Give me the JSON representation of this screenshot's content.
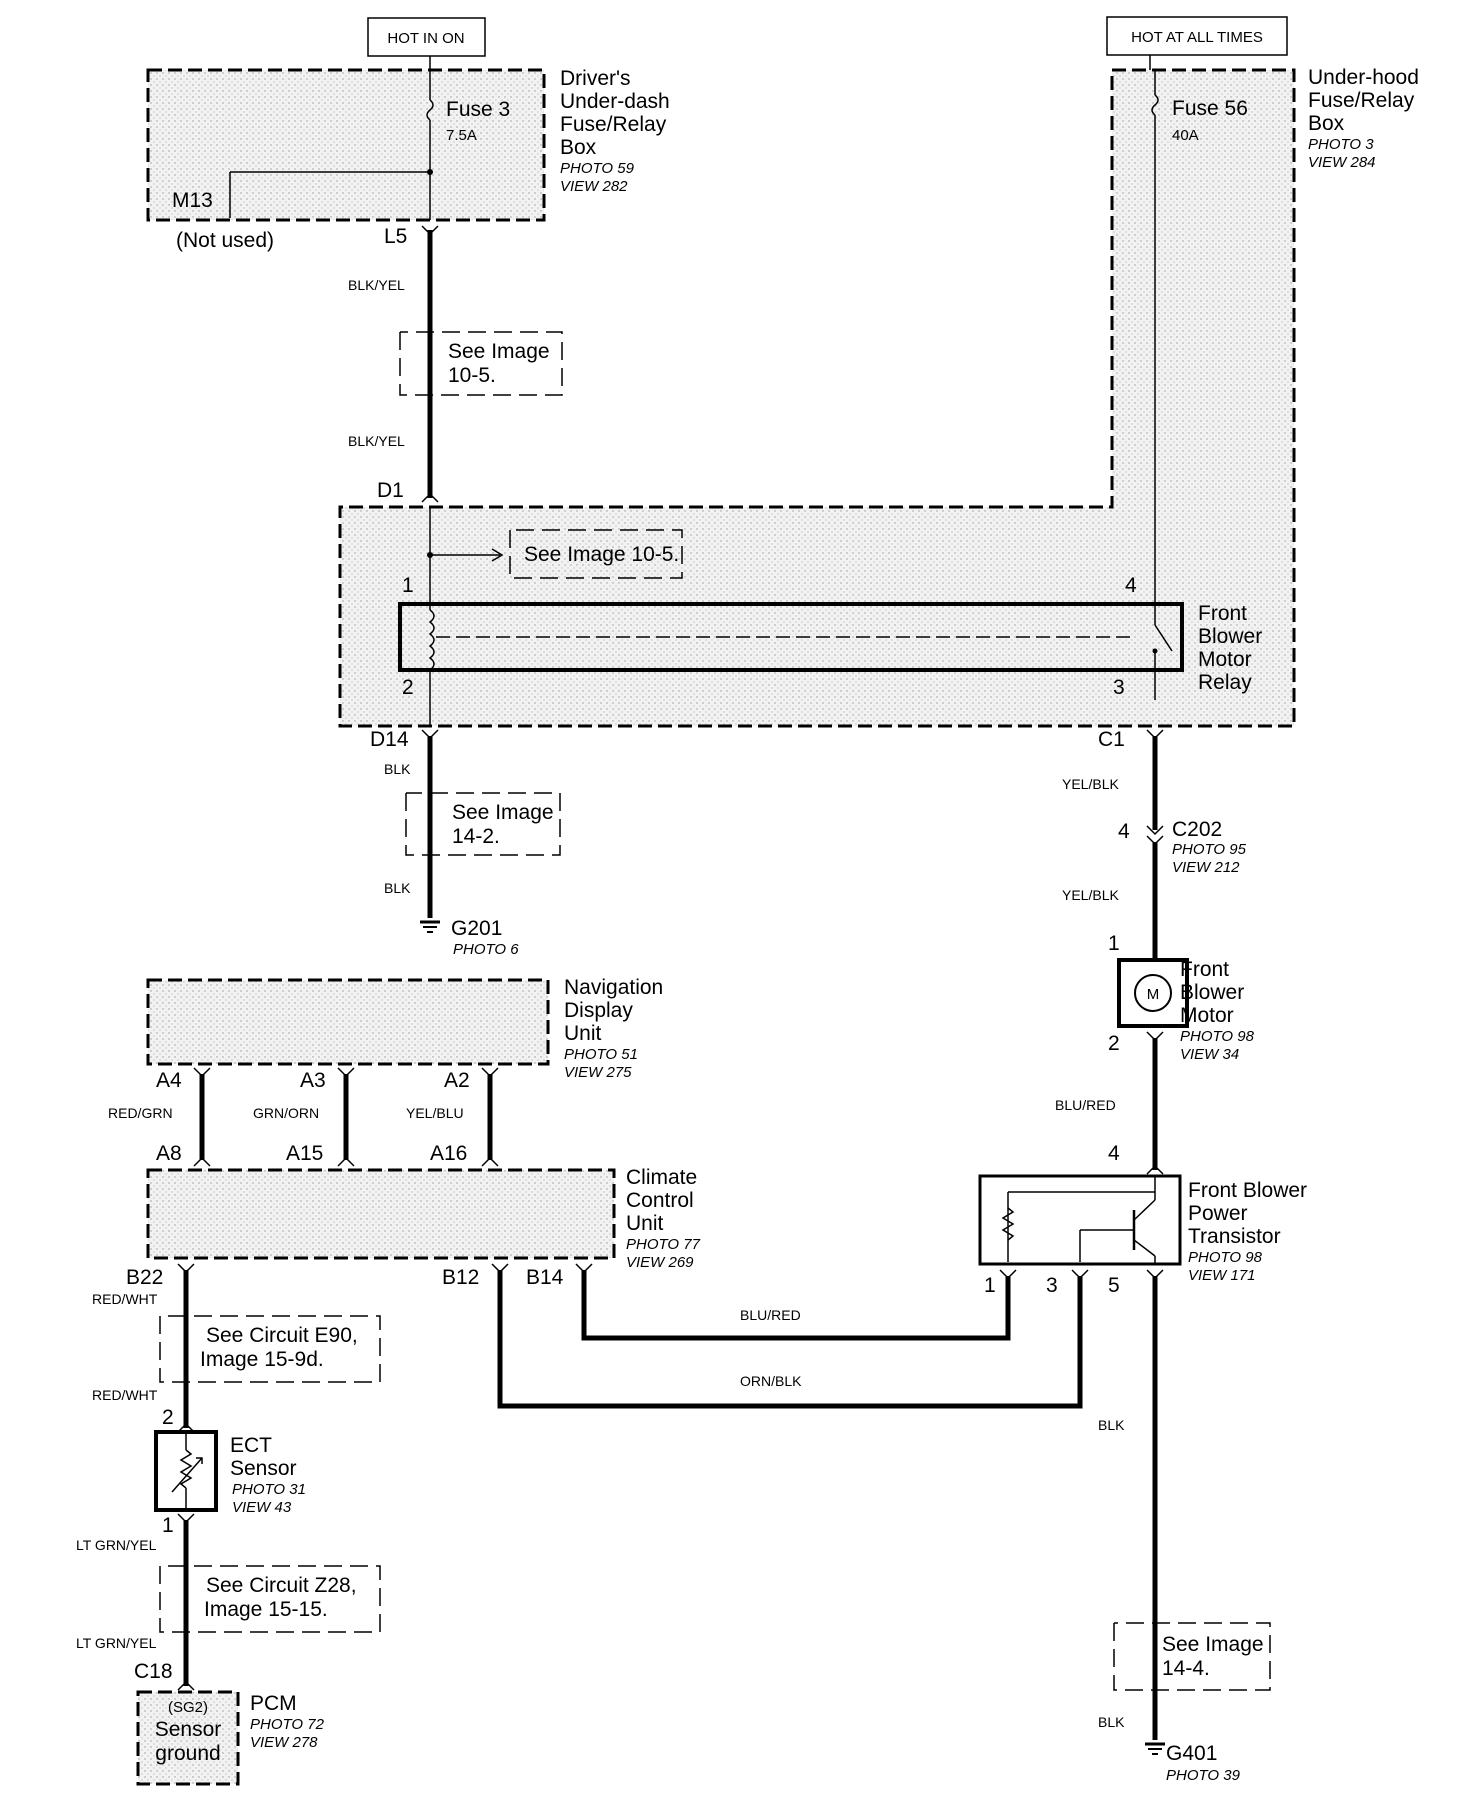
{
  "power": {
    "hot_in_on": "HOT IN ON",
    "hot_at_all_times": "HOT AT ALL TIMES"
  },
  "driver_box": {
    "name_lines": [
      "Driver's",
      "Under-dash",
      "Fuse/Relay",
      "Box"
    ],
    "photo": "PHOTO 59",
    "view": "VIEW 282",
    "fuse": "Fuse 3",
    "fuse_rating": "7.5A",
    "terminal_m13": "M13",
    "not_used": "(Not used)",
    "terminal_l5": "L5"
  },
  "underhood_box": {
    "name_lines": [
      "Under-hood",
      "Fuse/Relay",
      "Box"
    ],
    "photo": "PHOTO 3",
    "view": "VIEW 284",
    "fuse": "Fuse 56",
    "fuse_rating": "40A"
  },
  "wires": {
    "blk_yel": "BLK/YEL",
    "blk": "BLK",
    "yel_blk": "YEL/BLK",
    "blu_red": "BLU/RED",
    "red_grn": "RED/GRN",
    "grn_orn": "GRN/ORN",
    "yel_blu": "YEL/BLU",
    "red_wht": "RED/WHT",
    "lt_grn_yel": "LT GRN/YEL",
    "orn_blk": "ORN/BLK"
  },
  "refs": {
    "img_10_5_a": [
      "See Image",
      "10-5."
    ],
    "img_10_5_b": "See Image 10-5.",
    "img_14_2": [
      "See Image",
      "14-2."
    ],
    "circ_e90": [
      "See Circuit E90,",
      "Image 15-9d."
    ],
    "circ_z28": [
      "See Circuit Z28,",
      "Image 15-15."
    ],
    "img_14_4": [
      "See Image",
      "14-4."
    ]
  },
  "relay": {
    "name_lines": [
      "Front",
      "Blower",
      "Motor",
      "Relay"
    ],
    "pin1": "1",
    "pin2": "2",
    "pin3": "3",
    "pin4": "4",
    "d1": "D1",
    "d14": "D14",
    "c1": "C1"
  },
  "g201": {
    "name": "G201",
    "photo": "PHOTO 6"
  },
  "c202": {
    "pin": "4",
    "name": "C202",
    "photo": "PHOTO 95",
    "view": "VIEW 212"
  },
  "motor": {
    "name_lines": [
      "Front",
      "Blower",
      "Motor"
    ],
    "photo": "PHOTO 98",
    "view": "VIEW 34",
    "pin1": "1",
    "pin2": "2",
    "symbol": "M"
  },
  "nav": {
    "name_lines": [
      "Navigation",
      "Display",
      "Unit"
    ],
    "photo": "PHOTO 51",
    "view": "VIEW 275",
    "a4": "A4",
    "a3": "A3",
    "a2": "A2"
  },
  "climate": {
    "name_lines": [
      "Climate",
      "Control",
      "Unit"
    ],
    "photo": "PHOTO 77",
    "view": "VIEW 269",
    "a8": "A8",
    "a15": "A15",
    "a16": "A16",
    "b22": "B22",
    "b12": "B12",
    "b14": "B14"
  },
  "transistor": {
    "name_lines": [
      "Front Blower",
      "Power",
      "Transistor"
    ],
    "photo": "PHOTO 98",
    "view": "VIEW 171",
    "pin4": "4",
    "pin1": "1",
    "pin3": "3",
    "pin5": "5"
  },
  "ect": {
    "name_lines": [
      "ECT",
      "Sensor"
    ],
    "photo": "PHOTO 31",
    "view": "VIEW 43",
    "pin2": "2",
    "pin1": "1"
  },
  "pcm": {
    "name": "PCM",
    "photo": "PHOTO 72",
    "view": "VIEW 278",
    "c18": "C18",
    "inner_lines": [
      "(SG2)",
      "Sensor",
      "ground"
    ]
  },
  "g401": {
    "name": "G401",
    "photo": "PHOTO 39"
  }
}
